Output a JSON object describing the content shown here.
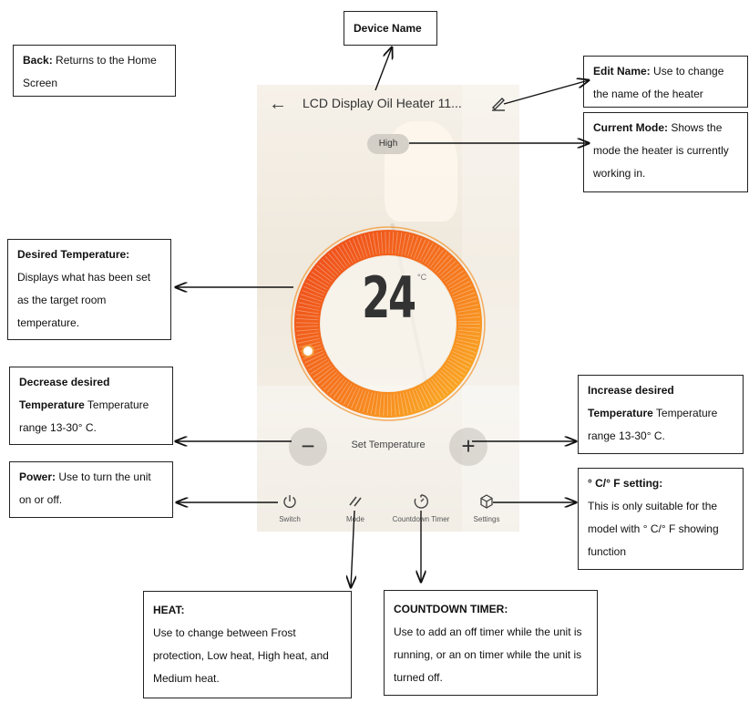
{
  "phone": {
    "title": "LCD Display Oil Heater 11...",
    "back_glyph": "←",
    "mode_badge": "High",
    "temperature": "24",
    "unit": "°C",
    "minus_glyph": "−",
    "plus_glyph": "+",
    "set_temperature_label": "Set Temperature",
    "tabs": [
      "Switch",
      "Mode",
      "Countdown Timer",
      "Settings"
    ],
    "icons": {
      "back": "back-arrow-icon",
      "edit": "pencil-icon",
      "switch": "power-icon",
      "mode": "mode-slashes-icon",
      "timer": "countdown-timer-icon",
      "settings": "settings-cube-icon"
    },
    "colors": {
      "dial_start": "#f05a1e",
      "dial_end": "#fba11e",
      "arrow": "#111111"
    }
  },
  "callouts": {
    "device_name": {
      "title": "Device Name"
    },
    "back": {
      "title": "Back:",
      "text": " Returns to the Home Screen"
    },
    "edit_name": {
      "title": "Edit Name:",
      "text": " Use to change the name of the heater"
    },
    "current_mode": {
      "title": "Current Mode:",
      "text": " Shows the mode the heater is currently working in."
    },
    "desired_temp": {
      "title": "Desired Temperature:",
      "text": "Displays what has been set as the target room temperature."
    },
    "decrease": {
      "title": "Decrease desired Temperature",
      "text": " Temperature range 13-30° C."
    },
    "increase": {
      "title": "Increase desired Temperature",
      "text": " Temperature range 13-30° C."
    },
    "power": {
      "title": "Power:",
      "text": " Use to turn the unit on or off."
    },
    "unit_setting": {
      "title": "° C/° F setting:",
      "text": "This is only suitable for the model with ° C/° F showing function"
    },
    "heat": {
      "title": "HEAT:",
      "text": "Use to change between Frost protection, Low heat, High heat, and Medium heat."
    },
    "countdown": {
      "title": "COUNTDOWN TIMER:",
      "text": "Use to add an off timer while the unit is running, or an on timer while the unit is turned off."
    }
  }
}
